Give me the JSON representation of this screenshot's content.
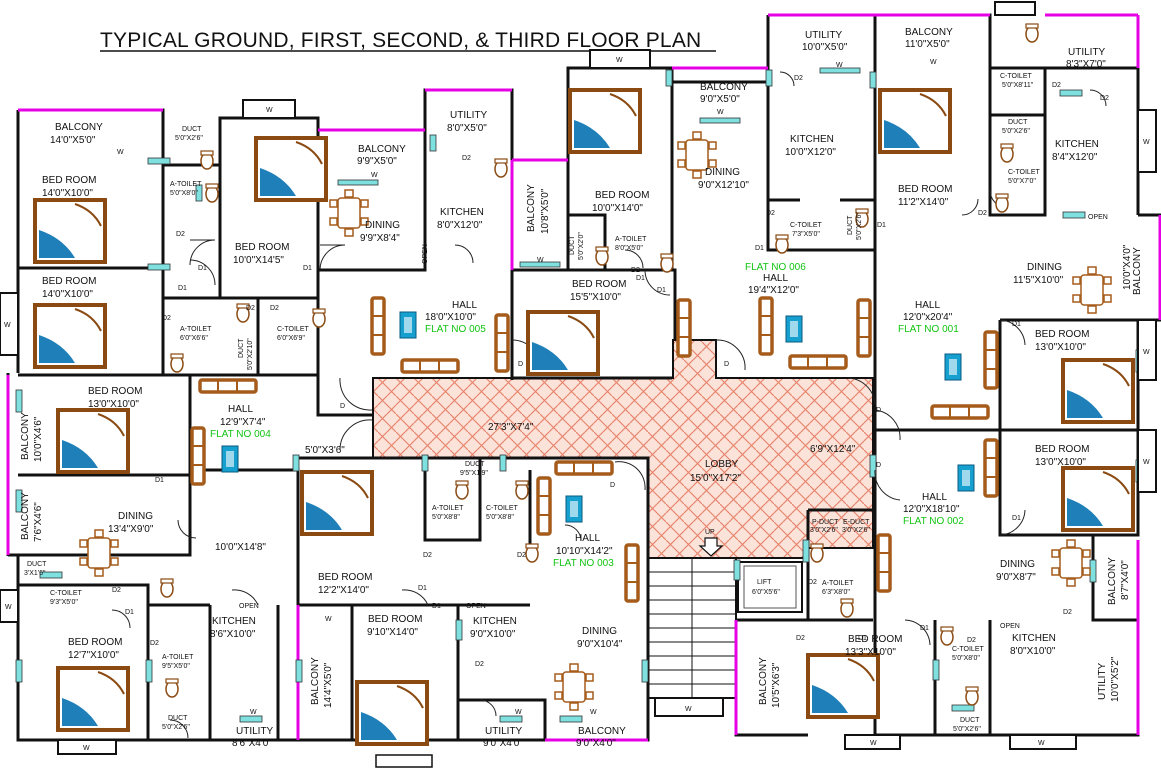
{
  "title": "TYPICAL GROUND, FIRST, SECOND, & THIRD FLOOR PLAN",
  "colors": {
    "walls": "#111111",
    "balcony_edge": "#e600e6",
    "lobby_tiles": "#f0a090",
    "flat_label": "#11c411",
    "furniture": "#a55c1b",
    "bed_cover": "#1f7fb8",
    "window": "#7fe0e0"
  },
  "flats": {
    "f001": "FLAT NO 001",
    "f002": "FLAT NO 002",
    "f003": "FLAT NO 003",
    "f004": "FLAT NO 004",
    "f005": "FLAT NO 005",
    "f006": "FLAT NO 006"
  },
  "common": {
    "lobby": "LOBBY",
    "lobby_dim": "15'0\"X17'2\"",
    "corridor_dim": "27'3\"X7'4\"",
    "corridor2_dim": "6'9\"X12'4\"",
    "lift": "LIFT",
    "lift_dim": "6'0\"X5'6\"",
    "up": "UP",
    "left_hall_dim": "10'0\"X14'8\"",
    "passage_dim": "5'0\"X3'6\""
  },
  "labels": {
    "W": "W",
    "D": "D",
    "D1": "D1",
    "D2": "D2",
    "open": "OPEN"
  },
  "rooms": {
    "balcony_tl": {
      "name": "BALCONY",
      "dim": "14'0\"X5'0\""
    },
    "bed_tl1": {
      "name": "BED ROOM",
      "dim": "14'0\"X10'0\""
    },
    "bed_tl2": {
      "name": "BED ROOM",
      "dim": "14'0\"X10'0\""
    },
    "duct_tl": {
      "name": "DUCT",
      "dim": "5'0\"X2'6\""
    },
    "atoilet_tl": {
      "name": "A-TOILET",
      "dim": "5'0\"X8'0\""
    },
    "bed_tm": {
      "name": "BED ROOM",
      "dim": "10'0\"X14'5\""
    },
    "balcony_tm": {
      "name": "BALCONY",
      "dim": "9'9\"X5'0\""
    },
    "dining_tm": {
      "name": "DINING",
      "dim": "9'9\"X8'4\""
    },
    "utility_tm": {
      "name": "UTILITY",
      "dim": "8'0\"X5'0\""
    },
    "kitchen_tm": {
      "name": "KITCHEN",
      "dim": "8'0\"X12'0\""
    },
    "balcony_vert": {
      "name": "BALCONY",
      "dim": "10'8\"X5'0\""
    },
    "hall_005": {
      "name": "HALL",
      "dim": "18'0\"X10'0\""
    },
    "atoilet_005": {
      "name": "A-TOILET",
      "dim": "6'0\"X6'6\""
    },
    "duct_005": {
      "name": "DUCT",
      "dim": "5'0\"X2'10\""
    },
    "ctoilet_005": {
      "name": "C-TOILET",
      "dim": "6'0\"X6'9\""
    },
    "balcony_l1": {
      "name": "BALCONY",
      "dim": "10'0\"X4'6\""
    },
    "bed_004": {
      "name": "BED ROOM",
      "dim": "13'0\"X10'0\""
    },
    "hall_004": {
      "name": "HALL",
      "dim": "12'9\"X7'4\""
    },
    "balcony_l2": {
      "name": "BALCONY",
      "dim": "7'6\"X4'6\""
    },
    "dining_004": {
      "name": "DINING",
      "dim": "13'4\"X9'0\""
    },
    "duct_l": {
      "name": "DUCT",
      "dim": "3'X1'6\""
    },
    "ctoilet_bl": {
      "name": "C-TOILET",
      "dim": "9'3\"X5'0\""
    },
    "bed_bl": {
      "name": "BED ROOM",
      "dim": "12'7\"X10'0\""
    },
    "atoilet_bl": {
      "name": "A-TOILET",
      "dim": "9'5\"X5'0\""
    },
    "duct_bl": {
      "name": "DUCT",
      "dim": "5'0\"X2'6\""
    },
    "kitchen_bl": {
      "name": "KITCHEN",
      "dim": "8'6\"X10'0\""
    },
    "utility_bl": {
      "name": "UTILITY",
      "dim": "8'6\"X4'0\""
    },
    "bed_003a": {
      "name": "BED ROOM",
      "dim": "12'2\"X14'0\""
    },
    "duct_003": {
      "name": "DUCT",
      "dim": "9'5\"X1'9\""
    },
    "atoilet_003": {
      "name": "A-TOILET",
      "dim": "5'0\"X8'8\""
    },
    "ctoilet_003": {
      "name": "C-TOILET",
      "dim": "5'0\"X8'8\""
    },
    "hall_003": {
      "name": "HALL",
      "dim": "10'10\"X14'2\""
    },
    "balcony_bm": {
      "name": "BALCONY",
      "dim": "14'4\"X5'0\""
    },
    "bed_003b": {
      "name": "BED ROOM",
      "dim": "9'10\"X14'0\""
    },
    "kitchen_003": {
      "name": "KITCHEN",
      "dim": "9'0\"X10'0\""
    },
    "utility_003": {
      "name": "UTILITY",
      "dim": "9'0\"X4'0\""
    },
    "dining_003": {
      "name": "DINING",
      "dim": "9'0\"X10'4\""
    },
    "balcony_003": {
      "name": "BALCONY",
      "dim": "9'0\"X4'0\""
    },
    "bed_006": {
      "name": "BED ROOM",
      "dim": "10'0\"X14'0\""
    },
    "duct_006": {
      "name": "DUCT",
      "dim": "5'0\"X2'0\""
    },
    "atoilet_006": {
      "name": "A-TOILET",
      "dim": "8'0\"X5'0\""
    },
    "balcony_006": {
      "name": "BALCONY",
      "dim": "9'0\"X5'0\""
    },
    "dining_006": {
      "name": "DINING",
      "dim": "9'0\"X12'10\""
    },
    "bed_006b": {
      "name": "BED ROOM",
      "dim": "15'5\"X10'0\""
    },
    "hall_006": {
      "name": "HALL",
      "dim": "19'4\"X12'0\""
    },
    "utility_tr": {
      "name": "UTILITY",
      "dim": "10'0\"X5'0\""
    },
    "kitchen_006": {
      "name": "KITCHEN",
      "dim": "10'0\"X12'0\""
    },
    "ctoilet_006": {
      "name": "C-TOILET",
      "dim": "7'3\"X5'0\""
    },
    "duct_006b": {
      "name": "DUCT",
      "dim": "5'0\"X2'6\""
    },
    "balcony_tr": {
      "name": "BALCONY",
      "dim": "11'0\"X5'0\""
    },
    "bed_001": {
      "name": "BED ROOM",
      "dim": "11'2\"X14'0\""
    },
    "ctoilet_001": {
      "name": "C-TOILET",
      "dim": "5'0\"X8'11\""
    },
    "utility_001": {
      "name": "UTILITY",
      "dim": "8'3\"X7'0\""
    },
    "duct_001": {
      "name": "DUCT",
      "dim": "5'0\"X2'6\""
    },
    "ctoilet_001b": {
      "name": "C-TOILET",
      "dim": "5'0\"X7'0\""
    },
    "kitchen_001": {
      "name": "KITCHEN",
      "dim": "8'4\"X12'0\""
    },
    "dining_001": {
      "name": "DINING",
      "dim": "11'5\"X10'0\""
    },
    "balcony_r1": {
      "name": "BALCONY",
      "dim": "10'0\"X4'0\""
    },
    "hall_001": {
      "name": "HALL",
      "dim": "12'0\"x20'4\""
    },
    "bed_001b": {
      "name": "BED ROOM",
      "dim": "13'0\"X10'0\""
    },
    "bed_002": {
      "name": "BED ROOM",
      "dim": "13'0\"X10'0\""
    },
    "hall_002": {
      "name": "HALL",
      "dim": "12'0\"X18'10\""
    },
    "pduct": {
      "name": "P-DUCT",
      "dim": "3'0\"X2'6\""
    },
    "educt": {
      "name": "E-DUCT",
      "dim": "3'0\"X2'6\""
    },
    "atoilet_002": {
      "name": "A-TOILET",
      "dim": "6'3\"X8'0\""
    },
    "dining_002": {
      "name": "DINING",
      "dim": "9'0\"X8'7\""
    },
    "balcony_r2": {
      "name": "BALCONY",
      "dim": "8'7\"X4'0\""
    },
    "balcony_br": {
      "name": "BALCONY",
      "dim": "10'5\"X6'3\""
    },
    "bed_002b": {
      "name": "BED ROOM",
      "dim": "13'3\"X10'0\""
    },
    "ctoilet_002": {
      "name": "C-TOILET",
      "dim": "5'0\"X8'0\""
    },
    "duct_002": {
      "name": "DUCT",
      "dim": "5'0\"X2'6\""
    },
    "kitchen_002": {
      "name": "KITCHEN",
      "dim": "8'0\"X10'0\""
    },
    "utility_br": {
      "name": "UTILITY",
      "dim": "10'0\"X5'2\""
    }
  }
}
